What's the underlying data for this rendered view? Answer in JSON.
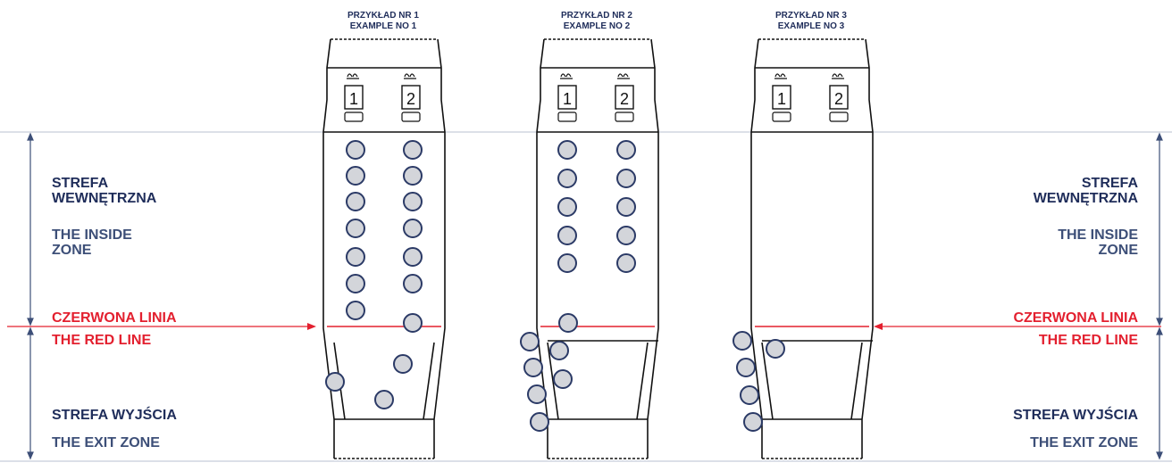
{
  "examples": [
    {
      "line1": "PRZYKŁAD NR 1",
      "line2": "EXAMPLE NO 1",
      "seat1": "1",
      "seat2": "2"
    },
    {
      "line1": "PRZYKŁAD NR 2",
      "line2": "EXAMPLE NO 2",
      "seat1": "1",
      "seat2": "2"
    },
    {
      "line1": "PRZYKŁAD NR 3",
      "line2": "EXAMPLE NO 3",
      "seat1": "1",
      "seat2": "2"
    }
  ],
  "left_labels": {
    "inside_pl_1": "STREFA",
    "inside_pl_2": "WEWNĘTRZNA",
    "inside_en_1": "THE INSIDE",
    "inside_en_2": "ZONE",
    "red_pl": "CZERWONA LINIA",
    "red_en": "THE RED LINE",
    "exit_pl": "STREFA WYJŚCIA",
    "exit_en": "THE EXIT ZONE"
  },
  "right_labels": {
    "inside_pl_1": "STREFA",
    "inside_pl_2": "WEWNĘTRZNA",
    "inside_en_1": "THE INSIDE",
    "inside_en_2": "ZONE",
    "red_pl": "CZERWONA LINIA",
    "red_en": "THE RED LINE",
    "exit_pl": "STREFA WYJŚCIA",
    "exit_en": "THE EXIT ZONE"
  },
  "colors": {
    "navy": "#1f2d5a",
    "slate": "#3d4f78",
    "red": "#e3202f",
    "person_fill": "#d3d5da",
    "person_stroke": "#2b3a66",
    "guide": "#b9c0d0"
  }
}
